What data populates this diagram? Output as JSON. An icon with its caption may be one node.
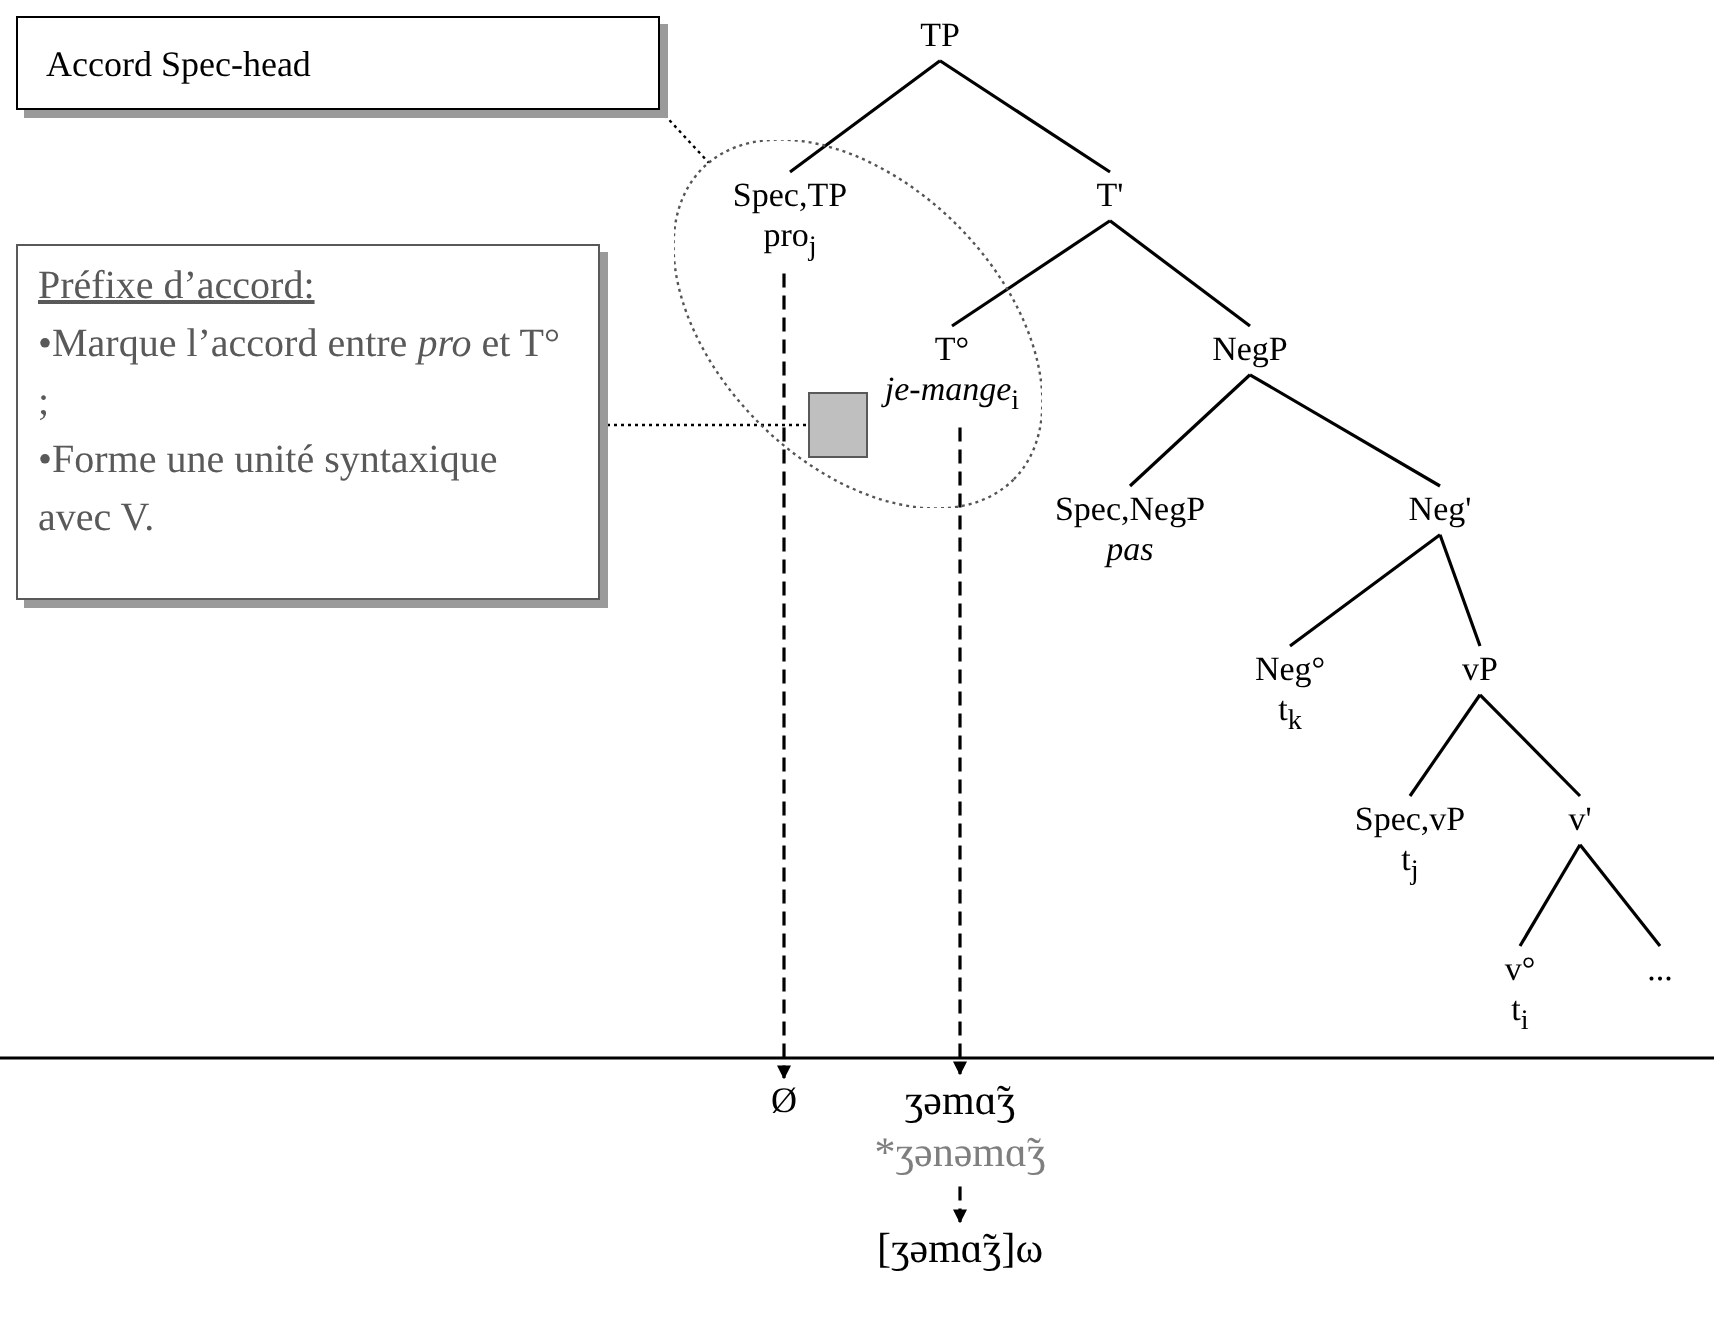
{
  "diagram": {
    "nodes": [
      {
        "text": [
          "Accord Spec-head"
        ]
      },
      {
        "text": [
          "Préfixe d’accord:",
          "•Marque l’accord entre *pro* et T° ;",
          "•Forme une unité syntaxique avec V."
        ]
      },
      {
        "text": [
          "TP"
        ]
      },
      {
        "text": [],
        "shape": "ellipse"
      },
      {
        "text": [
          "Spec,TP",
          "pro$_{j}$"
        ],
        "in": 3
      },
      {
        "text": [
          "T'"
        ]
      },
      {
        "text": [
          "T°",
          "*je-mange*$_{i}$"
        ],
        "in": 3
      },
      {
        "text": [],
        "shape": "box",
        "in": 3
      },
      {
        "text": [
          "NegP"
        ]
      },
      {
        "text": [
          "Spec,NegP",
          "*pas*"
        ]
      },
      {
        "text": [
          "Neg'"
        ]
      },
      {
        "text": [
          "Neg°",
          "t$_{k}$"
        ]
      },
      {
        "text": [
          "vP"
        ]
      },
      {
        "text": [
          "Spec,vP",
          "t$_{j}$"
        ]
      },
      {
        "text": [
          "v'"
        ]
      },
      {
        "text": [
          "v°",
          "t$_{i}$"
        ]
      },
      {
        "text": [
          "..."
        ]
      },
      {
        "text": [
          "Ø"
        ]
      },
      {
        "text": [
          "ʒəmɑ̃ʒ"
        ]
      },
      {
        "text": [
          "*ʒənəmɑ̃ʒ"
        ]
      },
      {
        "text": [
          "[ʒəmɑ̃ʒ]ω"
        ]
      }
    ],
    "edges": [
      {
        "from": 2,
        "to": 4,
        "arrow": "none"
      },
      {
        "from": 2,
        "to": 5,
        "arrow": "none"
      },
      {
        "from": 5,
        "to": 6,
        "arrow": "none"
      },
      {
        "from": 5,
        "to": 8,
        "arrow": "none"
      },
      {
        "from": 8,
        "to": 9,
        "arrow": "none"
      },
      {
        "from": 8,
        "to": 10,
        "arrow": "none"
      },
      {
        "from": 10,
        "to": 11,
        "arrow": "none"
      },
      {
        "from": 10,
        "to": 12,
        "arrow": "none"
      },
      {
        "from": 12,
        "to": 13,
        "arrow": "none"
      },
      {
        "from": 12,
        "to": 14,
        "arrow": "none"
      },
      {
        "from": 14,
        "to": 15,
        "arrow": "none"
      },
      {
        "from": 14,
        "to": 16,
        "arrow": "none"
      },
      {
        "from": 0,
        "to": 3,
        "arrow": "none",
        "style": "dashed"
      },
      {
        "from": 1,
        "to": 7,
        "arrow": "none",
        "style": "dashed"
      },
      {
        "from": 4,
        "to": 17,
        "arrow": "to",
        "style": "dashed"
      },
      {
        "from": 6,
        "to": 18,
        "arrow": "to",
        "style": "dashed"
      },
      {
        "from": 19,
        "to": 20,
        "arrow": "to",
        "style": "dashed"
      }
    ]
  }
}
